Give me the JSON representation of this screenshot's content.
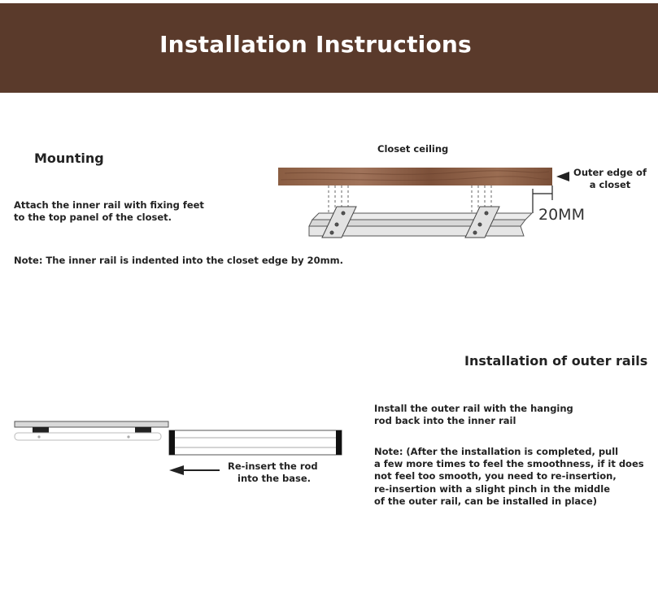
{
  "header": {
    "title": "Installation Instructions"
  },
  "colors": {
    "banner": "#5a3a2b",
    "wood": "#8b5e43",
    "rail": "#d9d9d9",
    "outline": "#555555"
  },
  "mounting": {
    "title": "Mounting",
    "instruction_lines": [
      "Attach the inner rail with fixing feet",
      "to the top panel of the closet."
    ],
    "note": "Note: The inner rail is indented into the closet edge by 20mm."
  },
  "closet_diagram": {
    "ceiling_label": "Closet ceiling",
    "edge_label_lines": [
      "Outer edge of",
      "a closet"
    ],
    "dimension_label": "20MM"
  },
  "outer_rails": {
    "title": "Installation of outer rails",
    "instruction_lines": [
      "Install the outer rail with the hanging",
      "rod back into the inner rail"
    ],
    "note_lines": [
      "Note: (After the installation is completed, pull",
      "a few more times to feel the smoothness, if it does",
      "not feel too smooth, you need to re-insertion,",
      "re-insertion with a slight pinch in the middle",
      "of the outer rail, can be installed in place)"
    ]
  },
  "rod_diagram": {
    "caption_lines": [
      "Re-insert the rod",
      "into the base."
    ]
  }
}
